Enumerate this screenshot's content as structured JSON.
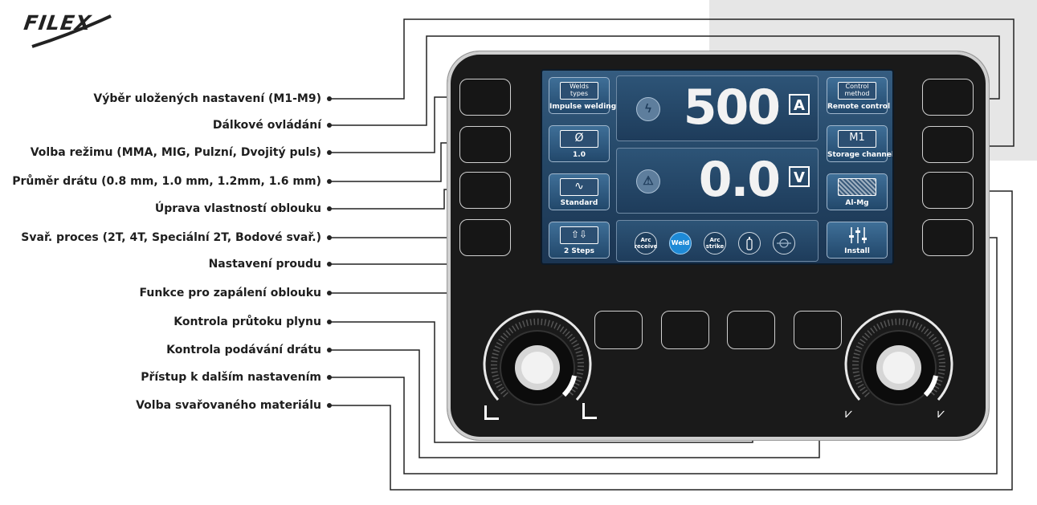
{
  "brand": {
    "logo_text": "FILEX"
  },
  "labels": [
    "Výběr uložených nastavení (M1-M9)",
    "Dálkové ovládání",
    "Volba režimu (MMA, MIG, Pulzní, Dvojitý puls)",
    "Průměr drátu (0.8 mm, 1.0 mm, 1.2mm, 1.6 mm)",
    "Úprava vlastností oblouku",
    "Svař. proces (2T, 4T, Speciální 2T, Bodové svař.)",
    "Nastavení proudu",
    "Funkce pro zapálení oblouku",
    "Kontrola průtoku plynu",
    "Kontrola podávání drátu",
    "Přístup k dalším nastavením",
    "Volba svařovaného materiálu"
  ],
  "screen": {
    "left_tiles": [
      {
        "icon_text": "Welds types",
        "label": "Impulse welding"
      },
      {
        "icon_text": "Ø",
        "label": "1.0"
      },
      {
        "icon_text": "∿",
        "label": "Standard"
      },
      {
        "icon_text": "⇧⇩",
        "label": "2 Steps"
      }
    ],
    "right_tiles": [
      {
        "icon_text": "Control method",
        "label": "Remote control"
      },
      {
        "icon_text": "M1",
        "label": "Storage channel"
      },
      {
        "icon_text": "",
        "label": "Al-Mg"
      },
      {
        "icon_text": "",
        "label": "Install"
      }
    ],
    "current": {
      "value": "500",
      "unit": "A"
    },
    "voltage": {
      "value": "0.0",
      "unit": "V"
    },
    "modes": [
      "Arc receive",
      "Weld",
      "Arc strike"
    ],
    "icons": {
      "bolt": "lightning-icon",
      "warning": "warning-icon",
      "gas": "gas-bottle-icon",
      "wire": "wire-feed-icon"
    }
  },
  "colors": {
    "panel": "#1a1a1a",
    "screen": "#254868",
    "accent": "#1e8ad6"
  }
}
